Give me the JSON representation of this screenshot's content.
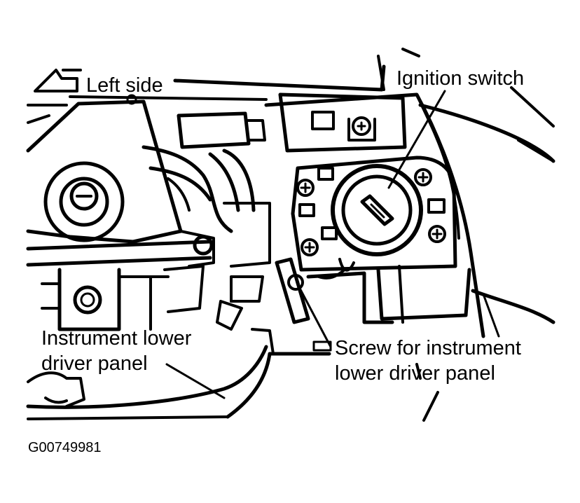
{
  "labels": {
    "left_side": "Left side",
    "ignition_switch": "Ignition switch",
    "instrument_panel_line1": "Instrument lower",
    "instrument_panel_line2": "driver panel",
    "screw_line1": "Screw for instrument",
    "screw_line2": "lower driver panel"
  },
  "figure_code": "G00749981",
  "colors": {
    "ink": "#000000",
    "background": "#ffffff"
  }
}
